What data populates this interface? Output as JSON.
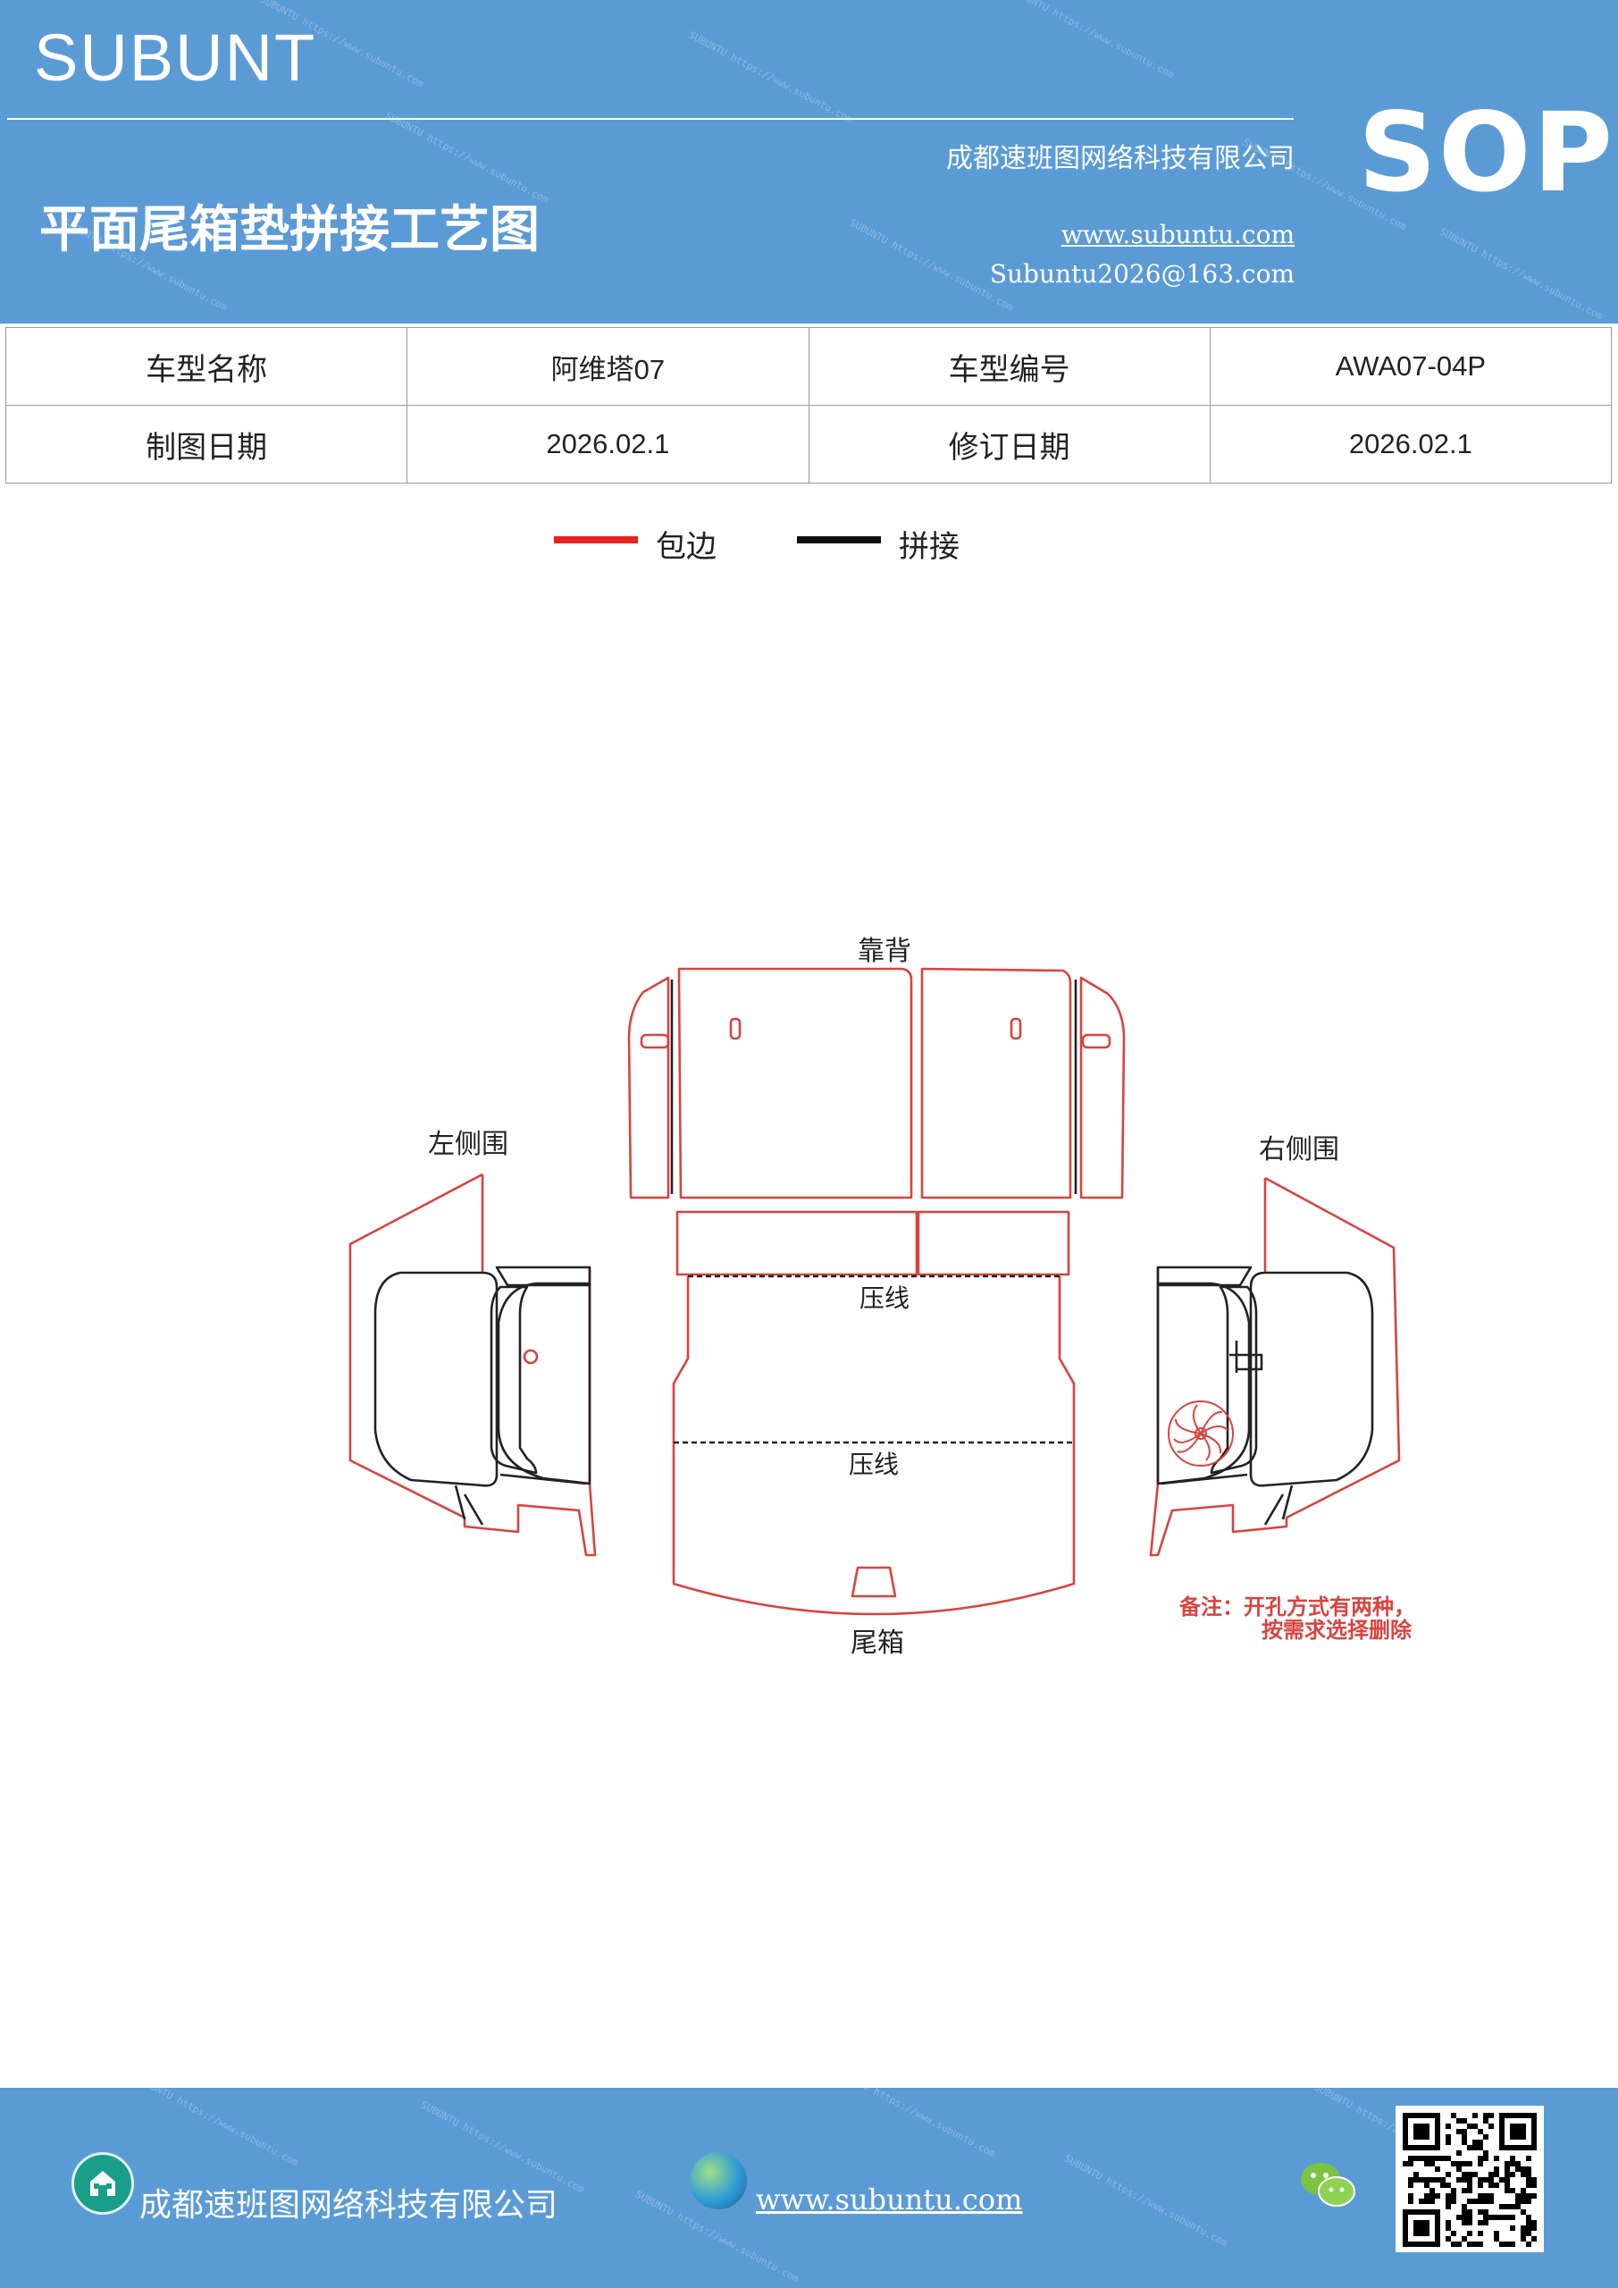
{
  "header": {
    "brand": "SUBUNT",
    "doc_title": "平面尾箱垫拼接工艺图",
    "company": "成都速班图网络科技有限公司",
    "website": "www.subuntu.com",
    "email": "Subuntu2026@163.com",
    "badge": "SOP",
    "watermark": "SUBUNTU https://www.subuntu.com"
  },
  "info": {
    "rows": [
      [
        "车型名称",
        "阿维塔07",
        "车型编号",
        "AWA07-04P"
      ],
      [
        "制图日期",
        "2026.02.1",
        "修订日期",
        "2026.02.1"
      ]
    ]
  },
  "legend": {
    "items": [
      {
        "label": "包边",
        "color": "#e82020"
      },
      {
        "label": "拼接",
        "color": "#111111"
      }
    ]
  },
  "diagram": {
    "labels": {
      "backrest": "靠背",
      "left_side": "左侧围",
      "right_side": "右侧围",
      "press_line_1": "压线",
      "press_line_2": "压线",
      "trunk": "尾箱"
    },
    "note_line1": "备注：开孔方式有两种，",
    "note_line2": "按需求选择删除",
    "colors": {
      "edge": "#d9433f",
      "seam": "#222222",
      "note": "#d9433f"
    }
  },
  "footer": {
    "company": "成都速班图网络科技有限公司",
    "website": "www.subuntu.com"
  }
}
